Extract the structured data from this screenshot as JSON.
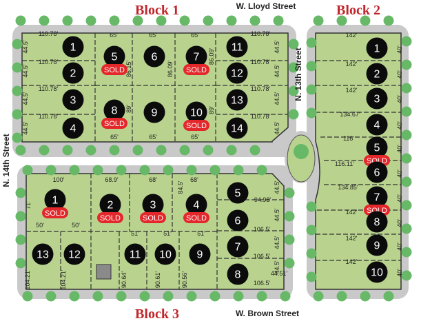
{
  "blocks": {
    "block1": "Block 1",
    "block2": "Block 2",
    "block3": "Block 3"
  },
  "streets": {
    "north": "W. Lloyd Street",
    "south": "W. Brown Street",
    "west": "N. 14th Street",
    "east": "N. 13th Street"
  },
  "sold_label": "SOLD",
  "colors": {
    "lot_fill": "#b9d38f",
    "pavement": "#c9c9c9",
    "tree": "#67b867",
    "lot_marker": "#0b0b0b",
    "sold_badge": "#e3272b",
    "block_title": "#c0262b"
  },
  "lots": {
    "block1": [
      {
        "n": "1",
        "sold": false
      },
      {
        "n": "2",
        "sold": false
      },
      {
        "n": "3",
        "sold": false
      },
      {
        "n": "4",
        "sold": false
      },
      {
        "n": "5",
        "sold": true
      },
      {
        "n": "6",
        "sold": false
      },
      {
        "n": "7",
        "sold": true
      },
      {
        "n": "8",
        "sold": true
      },
      {
        "n": "9",
        "sold": false
      },
      {
        "n": "10",
        "sold": true
      },
      {
        "n": "11",
        "sold": false
      },
      {
        "n": "12",
        "sold": false
      },
      {
        "n": "13",
        "sold": false
      },
      {
        "n": "14",
        "sold": false
      }
    ],
    "block2": [
      {
        "n": "1",
        "sold": false
      },
      {
        "n": "2",
        "sold": false
      },
      {
        "n": "3",
        "sold": false
      },
      {
        "n": "4",
        "sold": false
      },
      {
        "n": "5",
        "sold": true
      },
      {
        "n": "6",
        "sold": false
      },
      {
        "n": "7",
        "sold": true
      },
      {
        "n": "8",
        "sold": false
      },
      {
        "n": "9",
        "sold": false
      },
      {
        "n": "10",
        "sold": false
      }
    ],
    "block3": [
      {
        "n": "1",
        "sold": true
      },
      {
        "n": "2",
        "sold": true
      },
      {
        "n": "3",
        "sold": true
      },
      {
        "n": "4",
        "sold": true
      },
      {
        "n": "5",
        "sold": false
      },
      {
        "n": "6",
        "sold": false
      },
      {
        "n": "7",
        "sold": false
      },
      {
        "n": "8",
        "sold": false
      },
      {
        "n": "9",
        "sold": false
      },
      {
        "n": "10",
        "sold": false
      },
      {
        "n": "11",
        "sold": false
      },
      {
        "n": "12",
        "sold": false
      },
      {
        "n": "13",
        "sold": false
      }
    ]
  },
  "dimensions": {
    "block1": [
      "110.78'",
      "110.78'",
      "110.78'",
      "110.78'",
      "110.78'",
      "110.78'",
      "110.78'",
      "110.78'",
      "65'",
      "65'",
      "65'",
      "65'",
      "65'",
      "65'",
      "44.5'",
      "44.5'",
      "44.5'",
      "44.5'",
      "44.5'",
      "44.5'",
      "44.5'",
      "44.5'",
      "86.15'",
      "86.09'",
      "86.09'",
      "89'",
      "89'"
    ],
    "block2": [
      "142'",
      "142'",
      "142'",
      "134.67'",
      "116'",
      "116.11'",
      "134.85'",
      "142'",
      "142'",
      "142'",
      "40'",
      "40'",
      "40'",
      "40'",
      "40'",
      "40'",
      "40'",
      "40'",
      "40'",
      "40'"
    ],
    "block3": [
      "100'",
      "68.9'",
      "68'",
      "68'",
      "71'",
      "50'",
      "50'",
      "51'",
      "51'",
      "51'",
      "94.98'",
      "106.5'",
      "106.5'",
      "106.5'",
      "44.5'",
      "44.5'",
      "44.5'",
      "44.5'",
      "44.51'",
      "84.5'",
      "104.21'",
      "104.21'",
      "90.64'",
      "90.61'",
      "90.56'"
    ]
  }
}
